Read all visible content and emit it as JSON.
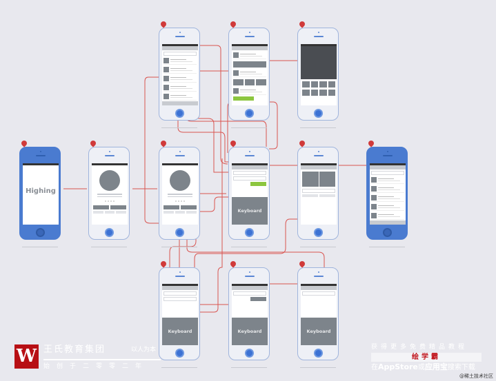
{
  "diagram": {
    "phones": [
      {
        "id": "p-list-top",
        "type": "list",
        "header": "",
        "search": ""
      },
      {
        "id": "p-feed",
        "type": "feed"
      },
      {
        "id": "p-dark",
        "type": "dark"
      },
      {
        "id": "p-splash",
        "type": "splash",
        "blue": true,
        "title": "Highing"
      },
      {
        "id": "p-intro1",
        "type": "intro"
      },
      {
        "id": "p-intro2",
        "type": "intro"
      },
      {
        "id": "p-register",
        "type": "register",
        "keyboard": "Keyboard"
      },
      {
        "id": "p-profile",
        "type": "profile"
      },
      {
        "id": "p-list-blue",
        "type": "list",
        "blue": true
      },
      {
        "id": "p-login",
        "type": "login",
        "keyboard": "Keyboard"
      },
      {
        "id": "p-verify",
        "type": "verify",
        "keyboard": "Keyboard"
      },
      {
        "id": "p-reset",
        "type": "reset",
        "keyboard": "Keyboard"
      }
    ],
    "connector_color": "#d9534f"
  },
  "branding": {
    "logo_letter": "W",
    "name": "王氏教育集团",
    "slogan": "以人为本",
    "since": "始创于二零零二年"
  },
  "promo": {
    "line1": "获得更多免费精品教程",
    "app_name": "绘学霸",
    "line2_prefix": "在",
    "line2_store": "AppStore",
    "line2_mid": "或",
    "line2_store2": "应用宝",
    "line2_suffix": "搜索下载"
  },
  "watermark": "@稀土技术社区"
}
